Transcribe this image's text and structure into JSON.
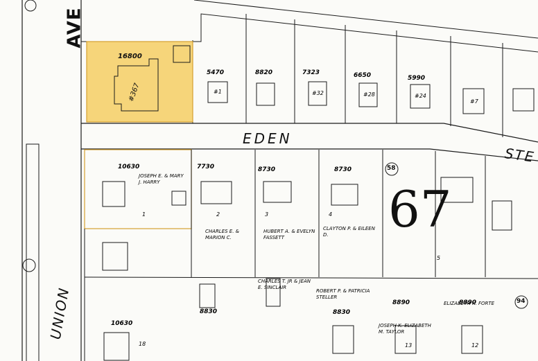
{
  "streets": {
    "ave_label": "AVE",
    "union_label": "UNION",
    "eden_label": "EDEN",
    "st_label": "STE"
  },
  "block_number": "67",
  "colors": {
    "highlight_fill": "#f6d57a",
    "highlight_stroke": "#d4a030",
    "line": "#1a1a1a"
  },
  "highlight_lot": {
    "area": "16800",
    "number": "#367"
  },
  "north_lots": [
    {
      "area": "5470",
      "number": "#1"
    },
    {
      "area": "8820",
      "number": ""
    },
    {
      "area": "7323",
      "number": "#32"
    },
    {
      "area": "6650",
      "number": "#28"
    },
    {
      "area": "5990",
      "number": "#24"
    },
    {
      "area": "",
      "number": "#7"
    }
  ],
  "south_lots": [
    {
      "area": "10630",
      "number": "1"
    },
    {
      "area": "7730",
      "number": "2"
    },
    {
      "area": "8730",
      "number": "3"
    },
    {
      "area": "8730",
      "number": "4"
    },
    {
      "area": "",
      "number": "5"
    }
  ],
  "owners": {
    "south_1": "JOSEPH E. & MARY J. HARRY",
    "south_2": "CHARLES E. & MARION C.",
    "south_3": "HUBERT A. & EVELYN FASSETT",
    "south_4": "CLAYTON P. & EILEEN D.",
    "lower_1": "CHARLES T. JR & JEAN E. SINCLAIR",
    "lower_2": "ROBERT P. & PATRICIA STELLER",
    "lower_3": "JOSEPH K. ELIZABETH M. TAYLOR",
    "lower_4": "ELIZABETH K. FORTE"
  },
  "lower_lots": [
    {
      "area": "10630",
      "number": "18"
    },
    {
      "area": "8830",
      "number": ""
    },
    {
      "area": "8830",
      "number": ""
    },
    {
      "area": "8890",
      "number": "13"
    },
    {
      "area": "8890",
      "number": "12"
    }
  ],
  "plaque_58": "58",
  "plaque_94": "94"
}
